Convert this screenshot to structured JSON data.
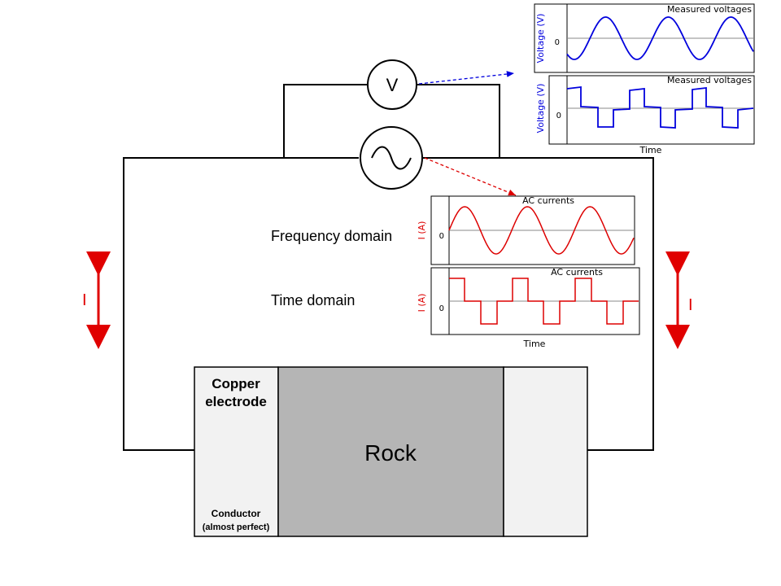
{
  "voltmeter": {
    "symbol": "V"
  },
  "labels": {
    "frequency_domain": "Frequency domain",
    "time_domain": "Time domain",
    "current_left": "I",
    "current_right": "I"
  },
  "sample": {
    "copper_title_line1": "Copper",
    "copper_title_line2": "electrode",
    "rock": "Rock",
    "conductor_line1": "Conductor",
    "conductor_line2": "(almost perfect)"
  },
  "plots": {
    "voltage_sine": {
      "title": "Measured voltages",
      "ylabel": "Voltage (V)",
      "zero": "0",
      "xlabel": ""
    },
    "voltage_square": {
      "title": "Measured voltages",
      "ylabel": "Voltage (V)",
      "zero": "0",
      "xlabel": "Time"
    },
    "current_sine": {
      "title": "AC currents",
      "ylabel": "I (A)",
      "zero": "0",
      "xlabel": ""
    },
    "current_square": {
      "title": "AC currents",
      "ylabel": "I (A)",
      "zero": "0",
      "xlabel": "Time"
    }
  },
  "colors": {
    "voltage": "#0000dd",
    "current": "#dd0000",
    "rock": "#b5b5b5",
    "electrode": "#f2f2f2"
  }
}
